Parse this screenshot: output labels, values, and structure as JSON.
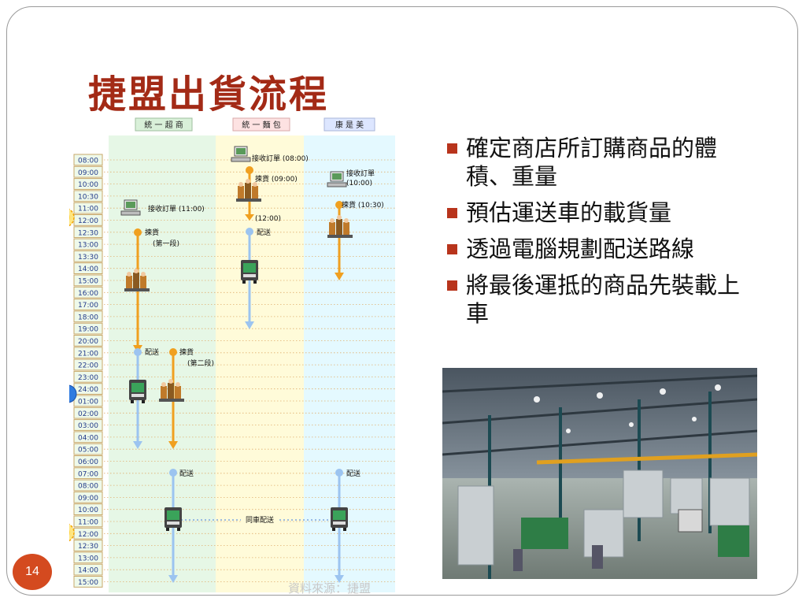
{
  "title": "捷盟出貨流程",
  "page_number": "14",
  "source": "資料來源：捷盟",
  "bullets": [
    "確定商店所訂購商品的體積、重量",
    "預估運送車的載貨量",
    "透過電腦規劃配送路線",
    "將最後運抵的商品先裝載上車"
  ],
  "diagram": {
    "columns": [
      "統 一 超 商",
      "統 一 麵 包",
      "康 是 美"
    ],
    "times": [
      "08:00",
      "09:00",
      "10:00",
      "10:30",
      "11:00",
      "12:00",
      "12:30",
      "13:00",
      "13:30",
      "14:00",
      "15:00",
      "16:00",
      "17:00",
      "18:00",
      "19:00",
      "20:00",
      "21:00",
      "22:00",
      "23:00",
      "24:00",
      "01:00",
      "02:00",
      "03:00",
      "04:00",
      "05:00",
      "06:00",
      "07:00",
      "08:00",
      "09:00",
      "10:00",
      "11:00",
      "12:00",
      "12:30",
      "13:00",
      "14:00",
      "15:00"
    ],
    "labels": {
      "c1_order": "接收訂單 (11:00)",
      "c1_pick1": "揀貨",
      "c1_pick1_sub": "(第一段)",
      "c1_deliver": "配送",
      "c1_pick2": "揀貨",
      "c1_pick2_sub": "(第二段)",
      "c1_deliver2": "配送",
      "c2_order": "接收訂單 (08:00)",
      "c2_pick": "揀貨 (09:00)",
      "c2_time": "(12:00)",
      "c2_deliver": "配送",
      "c3_order": "接收訂單",
      "c3_order_time": "(10:00)",
      "c3_pick": "揀貨 (10:30)",
      "c3_deliver": "配送",
      "joint": "同車配送"
    }
  }
}
